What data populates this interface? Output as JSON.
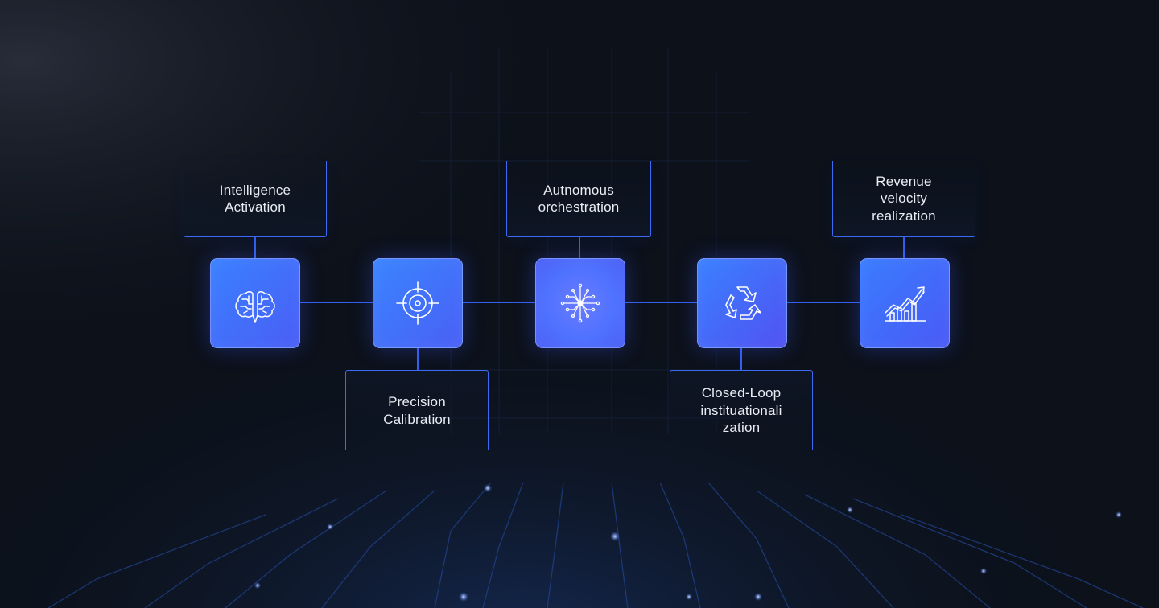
{
  "diagram": {
    "steps": [
      {
        "id": "intelligence",
        "label": "Intelligence\nActivation",
        "icon": "brain-icon",
        "label_side": "top"
      },
      {
        "id": "precision",
        "label": "Precision\nCalibration",
        "icon": "target-icon",
        "label_side": "bottom"
      },
      {
        "id": "autonomous",
        "label": "Autnomous\norchestration",
        "icon": "network-hub-icon",
        "label_side": "top"
      },
      {
        "id": "closed-loop",
        "label": "Closed-Loop\ninstituationali\nzation",
        "icon": "recycle-icon",
        "label_side": "bottom"
      },
      {
        "id": "revenue",
        "label": "Revenue\nvelocity\nrealization",
        "icon": "growth-chart-icon",
        "label_side": "top"
      }
    ]
  },
  "colors": {
    "background": "#0c111a",
    "connector": "#3560f0",
    "node_gradient_start": "#3a78ff",
    "node_gradient_end": "#5b4cf0",
    "label_text": "#e8ecf3"
  }
}
